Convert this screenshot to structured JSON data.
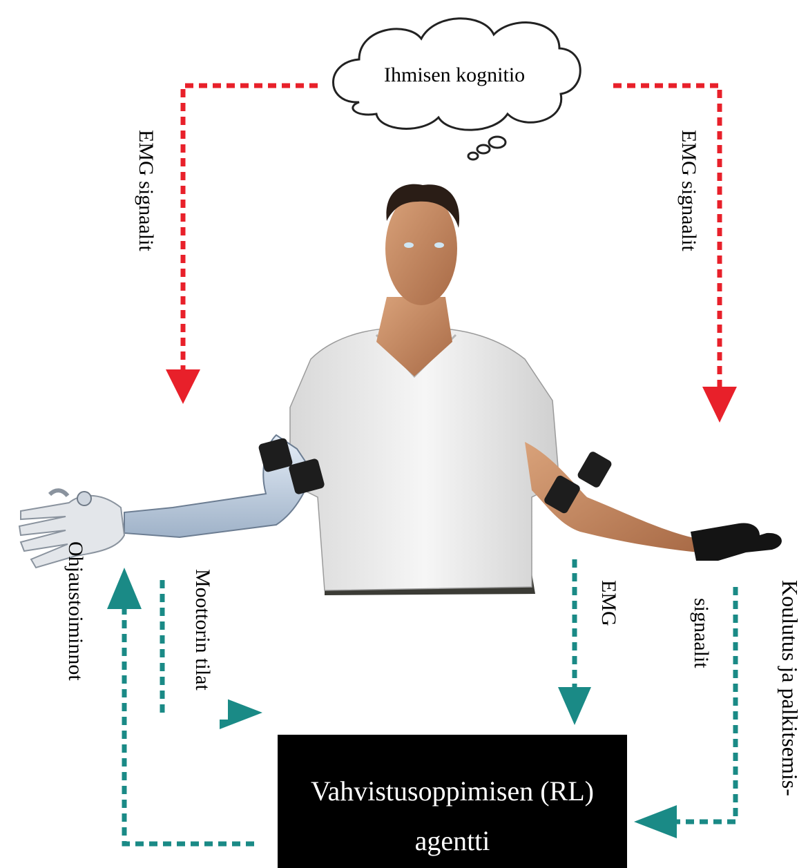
{
  "cognition": {
    "label": "Ihmisen kognitio"
  },
  "emg_left": {
    "label": "EMG signaalit"
  },
  "emg_right": {
    "label": "EMG signaalit"
  },
  "motor_states": {
    "label": "Moottorin tilat"
  },
  "control_actions": {
    "label": "Ohjaustoiminnot"
  },
  "emg_to_agent": {
    "label": "EMG"
  },
  "training": {
    "line1": "Koulutus ja palkitsemis-",
    "line2": "signaalit"
  },
  "agent": {
    "line1": "Vahvistusoppimisen (RL)",
    "line2": "agentti"
  },
  "colors": {
    "red_arrow": "#e8202a",
    "teal_arrow": "#1a8a86",
    "agent_box": "#000000",
    "agent_text": "#ffffff"
  },
  "icons": [
    "thought-cloud-icon",
    "human-figure-icon",
    "prosthetic-hand-icon",
    "emg-sensor-icon"
  ]
}
